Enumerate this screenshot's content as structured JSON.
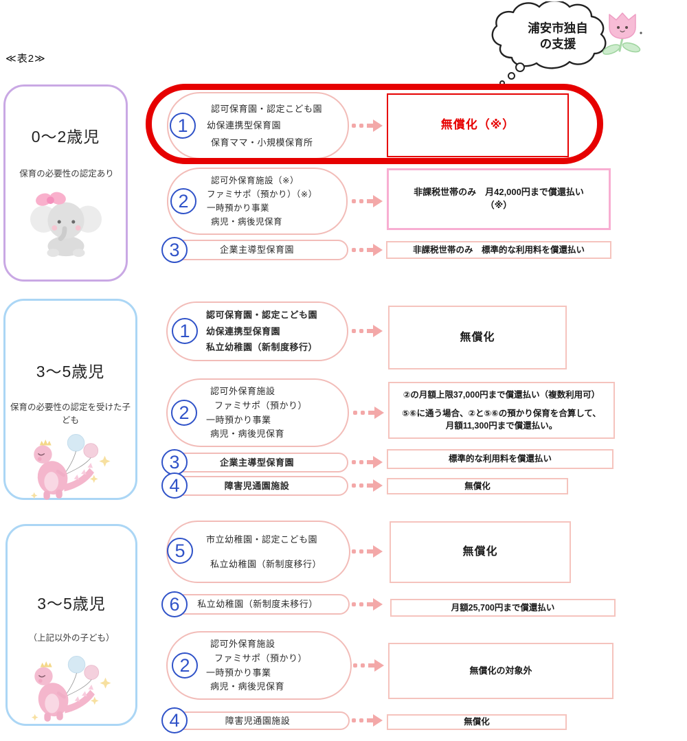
{
  "header": {
    "table_label": "≪表2≫"
  },
  "callout": {
    "text_line1": "浦安市独自",
    "text_line2": "の支援"
  },
  "colors": {
    "highlight_red": "#e60000",
    "number_blue": "#2f52c8",
    "bubble_pink_border": "#f2bcb8",
    "result_salmon_border": "#f5c3bd",
    "result_pink_border": "#f8aed2",
    "arrow_pink": "#f3a8a8",
    "card_purple_border": "#c9a8e4",
    "card_blue_border": "#abd6f5"
  },
  "sections": [
    {
      "card": {
        "title": "0～2歳児",
        "subtitle": "保育の必要性の認定あり",
        "illustration": "elephant"
      },
      "rows": [
        {
          "num": "1",
          "highlighted": true,
          "facilities": [
            "認可保育園・認定こども園",
            "幼保連携型保育園",
            "保育ママ・小規模保育所"
          ],
          "result_lines": [
            "無償化（※）"
          ]
        },
        {
          "num": "2",
          "facilities": [
            "認可外保育施設（※）",
            "ファミサポ（預かり）（※）",
            "一時預かり事業",
            "病児・病後児保育"
          ],
          "result_lines": [
            "非課税世帯のみ　月42,000円まで償還払い",
            "（※）"
          ]
        },
        {
          "num": "3",
          "facilities": [
            "企業主導型保育園"
          ],
          "result_lines": [
            "非課税世帯のみ　標準的な利用料を償還払い"
          ]
        }
      ]
    },
    {
      "card": {
        "title": "3～5歳児",
        "subtitle": "保育の必要性の認定を受けた子ども",
        "illustration": "dinosaur"
      },
      "rows": [
        {
          "num": "1",
          "facilities": [
            "認可保育園・認定こども園",
            "幼保連携型保育園",
            "私立幼稚園（新制度移行）"
          ],
          "result_lines": [
            "無償化"
          ]
        },
        {
          "num": "2",
          "facilities": [
            "認可外保育施設",
            "ファミサポ（預かり）",
            "一時預かり事業",
            "病児・病後児保育"
          ],
          "result_lines": [
            "②の月額上限37,000円まで償還払い（複数利用可）",
            "⑤⑥に通う場合、②と⑤⑥の預かり保育を合算して、",
            "月額11,300円まで償還払い。"
          ]
        },
        {
          "num": "3",
          "facilities": [
            "企業主導型保育園"
          ],
          "result_lines": [
            "標準的な利用料を償還払い"
          ]
        },
        {
          "num": "4",
          "facilities": [
            "障害児通園施設"
          ],
          "result_lines": [
            "無償化"
          ]
        }
      ]
    },
    {
      "card": {
        "title": "3～5歳児",
        "subtitle": "（上記以外の子ども）",
        "illustration": "dinosaur"
      },
      "rows": [
        {
          "num": "5",
          "facilities": [
            "市立幼稚園・認定こども園",
            "私立幼稚園（新制度移行）"
          ],
          "result_lines": [
            "無償化"
          ]
        },
        {
          "num": "6",
          "facilities": [
            "私立幼稚園（新制度未移行）"
          ],
          "result_lines": [
            "月額25,700円まで償還払い"
          ]
        },
        {
          "num": "2",
          "facilities": [
            "認可外保育施設",
            "ファミサポ（預かり）",
            "一時預かり事業",
            "病児・病後児保育"
          ],
          "result_lines": [
            "無償化の対象外"
          ]
        },
        {
          "num": "4",
          "facilities": [
            "障害児通園施設"
          ],
          "result_lines": [
            "無償化"
          ]
        }
      ]
    }
  ]
}
